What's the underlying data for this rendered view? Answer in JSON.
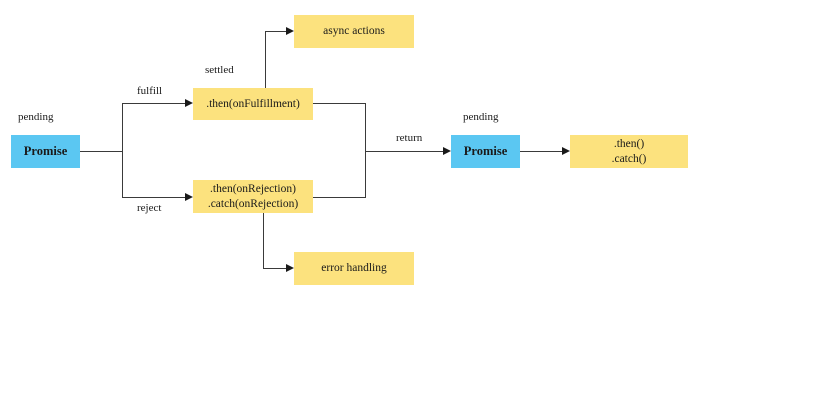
{
  "diagram": {
    "title": "JavaScript Promise flow diagram",
    "colors": {
      "promise_fill": "#5BC7F2",
      "handler_fill": "#FCE27E",
      "line": "#3a3a3a",
      "background": "#ffffff"
    },
    "nodes": [
      {
        "id": "promise_initial",
        "label": "Promise",
        "kind": "promise"
      },
      {
        "id": "then_fulfillment",
        "label": ".then(onFulfillment)",
        "kind": "handler"
      },
      {
        "id": "async_actions",
        "label": "async actions",
        "kind": "handler"
      },
      {
        "id": "then_rejection",
        "label": ".then(onRejection)\n.catch(onRejection)",
        "kind": "handler"
      },
      {
        "id": "error_handling",
        "label": "error handling",
        "kind": "handler"
      },
      {
        "id": "promise_returned",
        "label": "Promise",
        "kind": "promise"
      },
      {
        "id": "then_catch",
        "label": ".then()\n.catch()",
        "kind": "handler"
      }
    ],
    "state_labels": [
      {
        "id": "pending_left",
        "text": "pending"
      },
      {
        "id": "settled",
        "text": "settled"
      },
      {
        "id": "pending_right",
        "text": "pending"
      }
    ],
    "edge_labels": [
      {
        "id": "fulfill",
        "text": "fulfill"
      },
      {
        "id": "reject",
        "text": "reject"
      },
      {
        "id": "return",
        "text": "return"
      }
    ]
  }
}
